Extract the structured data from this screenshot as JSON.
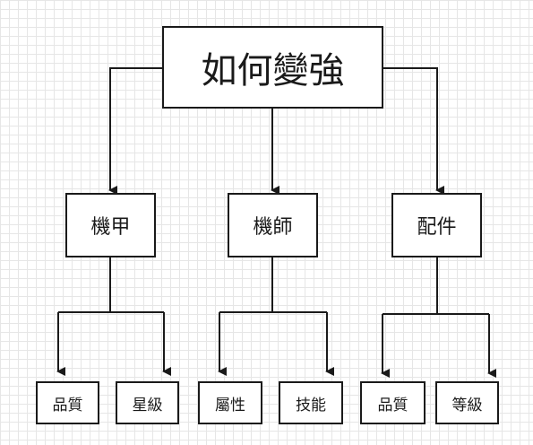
{
  "diagram": {
    "root": "如何變強",
    "level1": [
      "機甲",
      "機師",
      "配件"
    ],
    "leaves": [
      [
        "品質",
        "星級"
      ],
      [
        "屬性",
        "技能"
      ],
      [
        "品質",
        "等級"
      ]
    ]
  },
  "colors": {
    "line": "#1a1a1a",
    "box_fill": "#ffffff",
    "grid": "#e6e6e6"
  }
}
